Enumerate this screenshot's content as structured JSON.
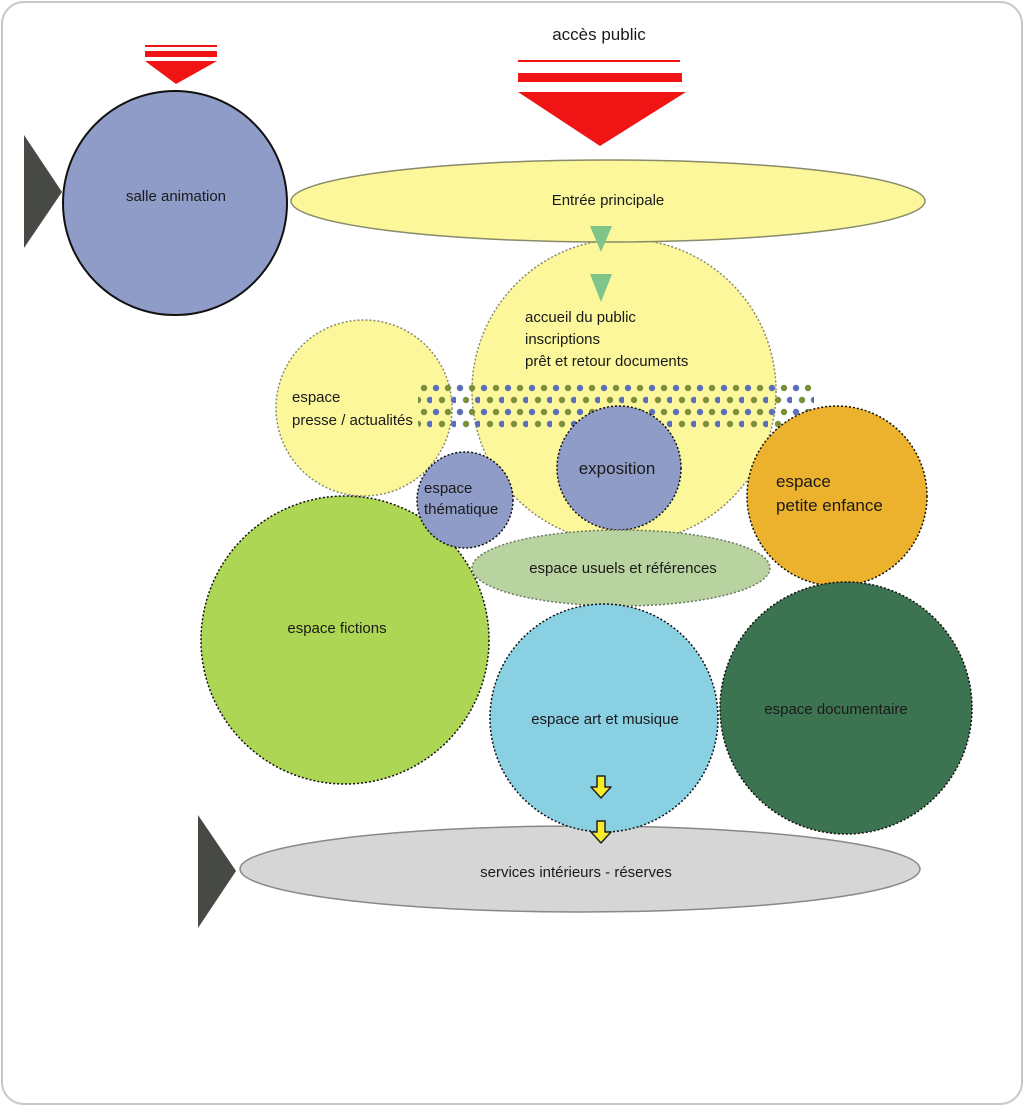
{
  "header": {
    "public_access_label": "accès public"
  },
  "zones": {
    "salle_animation": "salle animation",
    "entree_principale": "Entrée principale",
    "accueil": {
      "line1": "accueil du public",
      "line2": "inscriptions",
      "line3": "prêt et retour documents"
    },
    "presse": {
      "line1": "espace",
      "line2": "presse / actualités"
    },
    "thematique": {
      "line1": "espace",
      "line2": "thématique"
    },
    "exposition": "exposition",
    "petite_enfance": {
      "line1": "espace",
      "line2": "petite enfance"
    },
    "usuels": "espace usuels et références",
    "fictions": "espace fictions",
    "art_musique": "espace art et musique",
    "documentaire": "espace documentaire",
    "services": "services intérieurs - réserves"
  },
  "colors": {
    "salle_animation": "#8f9cc8",
    "yellow_zone": "#fbf79a",
    "exposition": "#8f9cc8",
    "petite_enfance": "#ecb22e",
    "usuels": "#b8d3a0",
    "fictions": "#add654",
    "art_musique": "#8ad0e3",
    "documentaire": "#3c7351",
    "services": "#d6d6d6",
    "access_arrow": "#f01414",
    "flow_arrow_green": "#7fc58a",
    "flow_arrow_yellow": "#f6ec2a",
    "side_marker": "#474a44"
  }
}
